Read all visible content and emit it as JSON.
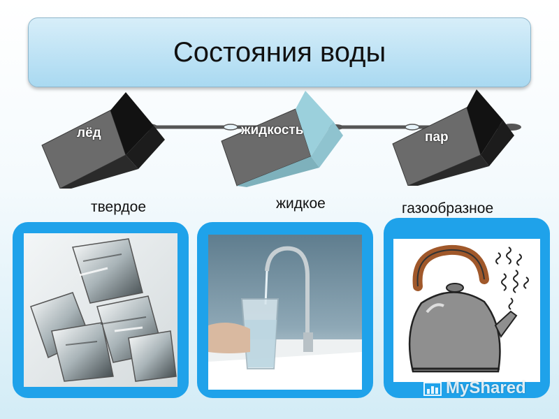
{
  "title": "Состояния воды",
  "blocks": [
    {
      "label": "лёд"
    },
    {
      "label": "жидкость"
    },
    {
      "label": "пар"
    }
  ],
  "states": [
    {
      "label": "твердое",
      "image": "ice-cubes"
    },
    {
      "label": "жидкое",
      "image": "faucet-glass"
    },
    {
      "label": "газообразное",
      "image": "kettle-steam"
    }
  ],
  "watermark": "MyShared",
  "colors": {
    "frame": "#1fa2ea",
    "title_bg": "#b9e1f4",
    "block_face": "#6e6e6e",
    "block_dark": "#111111",
    "block_light": "#9bd0dc"
  }
}
